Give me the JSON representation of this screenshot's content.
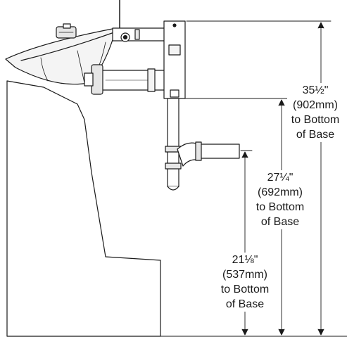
{
  "dimensions": [
    {
      "value": "35½\"",
      "metric": "(902mm)",
      "line1": "to Bottom",
      "line2": "of Base"
    },
    {
      "value": "27¼\"",
      "metric": "(692mm)",
      "line1": "to Bottom",
      "line2": "of Base"
    },
    {
      "value": "21⅛\"",
      "metric": "(537mm)",
      "line1": "to Bottom",
      "line2": "of Base"
    }
  ],
  "colors": {
    "ink": "#1a1a1a",
    "fill_light": "#f4f4f4",
    "fill_mid": "#e6e6e6"
  }
}
